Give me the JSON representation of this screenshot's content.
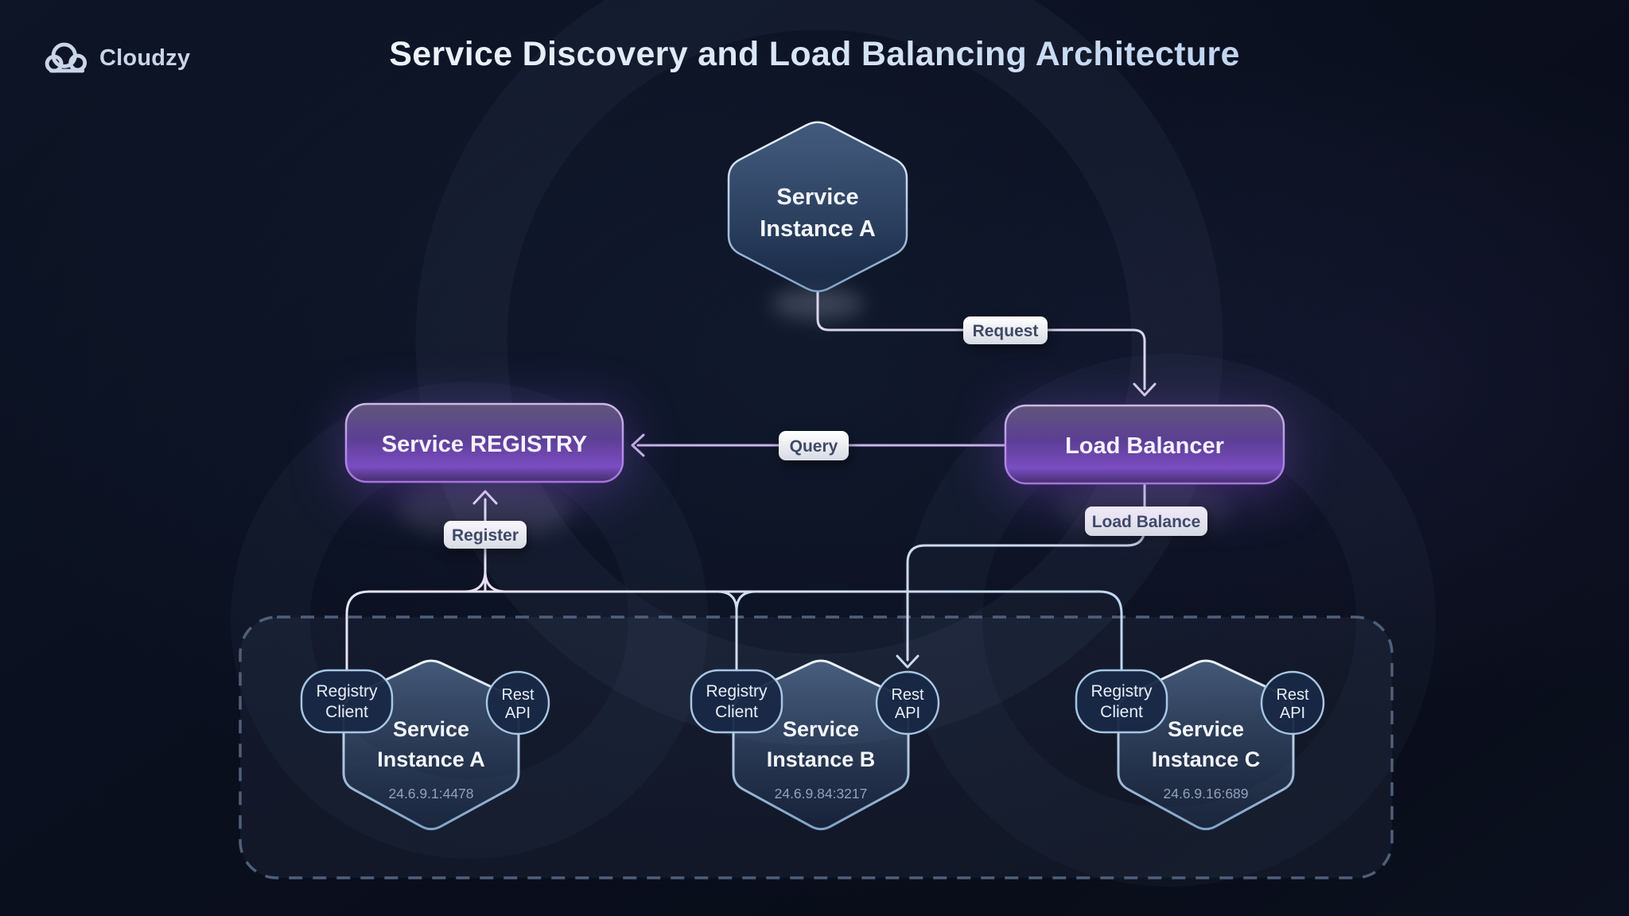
{
  "header": {
    "logo_text": "Cloudzy",
    "title": "Service Discovery and Load Balancing Architecture"
  },
  "nodes": {
    "top_instance": {
      "line1": "Service",
      "line2": "Instance A"
    },
    "registry": {
      "label": "Service REGISTRY"
    },
    "load_balancer": {
      "label": "Load Balancer"
    }
  },
  "edge_labels": {
    "request": "Request",
    "query": "Query",
    "register": "Register",
    "load_balance": "Load Balance"
  },
  "instance_labels": {
    "registry_client_line1": "Registry",
    "registry_client_line2": "Client",
    "rest_api_line1": "Rest",
    "rest_api_line2": "API"
  },
  "instances": [
    {
      "line1": "Service",
      "line2": "Instance A",
      "ip": "24.6.9.1:4478"
    },
    {
      "line1": "Service",
      "line2": "Instance B",
      "ip": "24.6.9.84:3217"
    },
    {
      "line1": "Service",
      "line2": "Instance C",
      "ip": "24.6.9.16:689"
    }
  ],
  "colors": {
    "background": "#0a0f1e",
    "accent_purple": "#7b4dc2",
    "line_lavender": "#d9d4ec",
    "line_query": "#c9b6e8",
    "line_blue": "#bcd8f2",
    "hex_stroke": "#a9c9e6",
    "pill_text": "#3e4a66",
    "ip_text": "#93a1ba",
    "dashed_border": "#4f5f7a",
    "logo_color": "#c9d5e8"
  }
}
